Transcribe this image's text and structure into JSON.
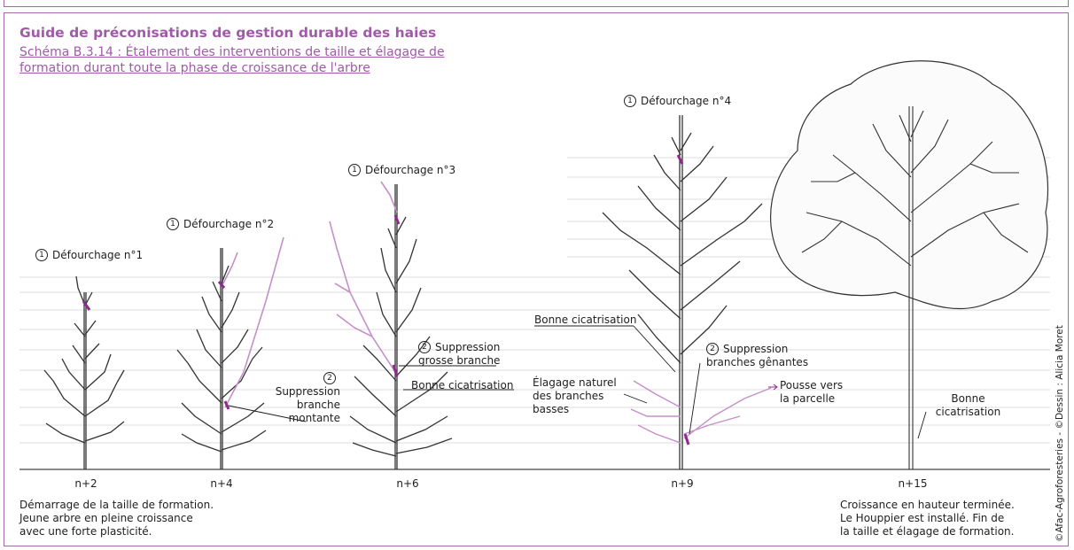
{
  "header": {
    "title": "Guide de préconisations de gestion durable des haies",
    "subtitle": "Schéma B.3.14 : Étalement des interventions de taille et élagage de formation durant toute la phase de croissance de l'arbre"
  },
  "stages": [
    {
      "label": "n+2",
      "defourchage": "Défourchage n°1"
    },
    {
      "label": "n+4",
      "defourchage": "Défourchage n°2"
    },
    {
      "label": "n+6",
      "defourchage": "Défourchage n°3"
    },
    {
      "label": "n+9",
      "defourchage": "Défourchage n°4"
    },
    {
      "label": "n+15"
    }
  ],
  "annotations": {
    "suppression_montante": "Suppression branche montante",
    "suppression_grosse": "Suppression grosse branche",
    "bonne_cicatrisation": "Bonne cicatrisation",
    "elagage_naturel": "Élagage naturel des branches basses",
    "suppression_genantes": "Suppression branches gênantes",
    "pousse_parcelle": "Pousse vers la parcelle",
    "step1": "1",
    "step2": "2"
  },
  "captions": {
    "left": [
      "Démarrage de la taille de formation.",
      "Jeune arbre en pleine croissance",
      "avec une forte plasticité."
    ],
    "right": [
      "Croissance en hauteur terminée.",
      "Le Houppier est installé. Fin de",
      "la taille et élagage de formation."
    ]
  },
  "credit": "©Afac-Agroforesteries - ©Dessin : Alicia Moret",
  "colors": {
    "accent": "#a05aa8",
    "cut": "#8e2a8c",
    "pruned": "#c58fc9",
    "line": "#1e1e1e"
  }
}
